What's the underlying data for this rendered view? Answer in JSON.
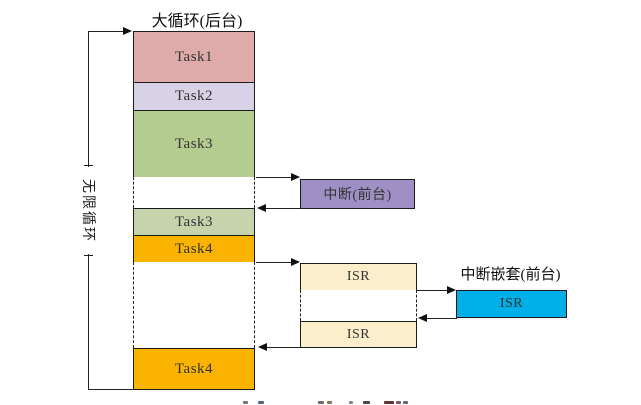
{
  "diagram": {
    "title": "大循环(后台)",
    "loop_label": "无限循环",
    "main_column_blocks": [
      {
        "label": "Task1"
      },
      {
        "label": "Task2"
      },
      {
        "label": "Task3"
      },
      {
        "label": "Task3"
      },
      {
        "label": "Task4"
      },
      {
        "label": "Task4"
      }
    ],
    "foreground": {
      "interrupt_label": "中断(前台)",
      "isr_upper_label": "ISR",
      "isr_lower_label": "ISR",
      "nested_caption": "中断嵌套(前台)",
      "nested_isr_label": "ISR"
    },
    "colors": {
      "task1": "#dfaaaa",
      "task2": "#d8d2e6",
      "task3_first": "#b5cc90",
      "task3_second": "#c6d4ae",
      "task4": "#fab400",
      "interrupt": "#9e8fc4",
      "isr": "#fbeecb",
      "nested_isr": "#00aee8",
      "border": "#1a1a1a",
      "line": "#222222"
    }
  }
}
